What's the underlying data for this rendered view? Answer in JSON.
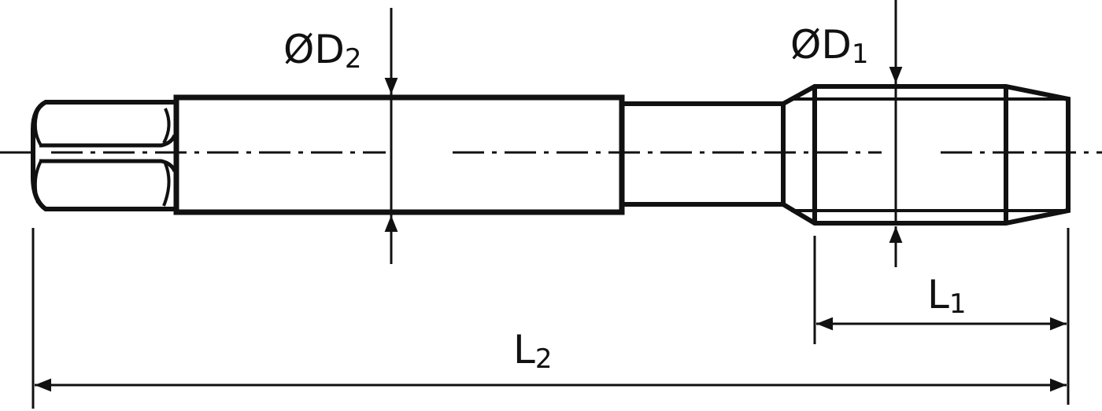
{
  "diagram": {
    "labels": {
      "d2": {
        "prefix": "ØD",
        "sub": "2"
      },
      "d1": {
        "prefix": "ØD",
        "sub": "1"
      },
      "l1": {
        "prefix": "L",
        "sub": "1"
      },
      "l2": {
        "prefix": "L",
        "sub": "2"
      }
    },
    "colors": {
      "line": "#111111",
      "background": "#ffffff"
    }
  }
}
